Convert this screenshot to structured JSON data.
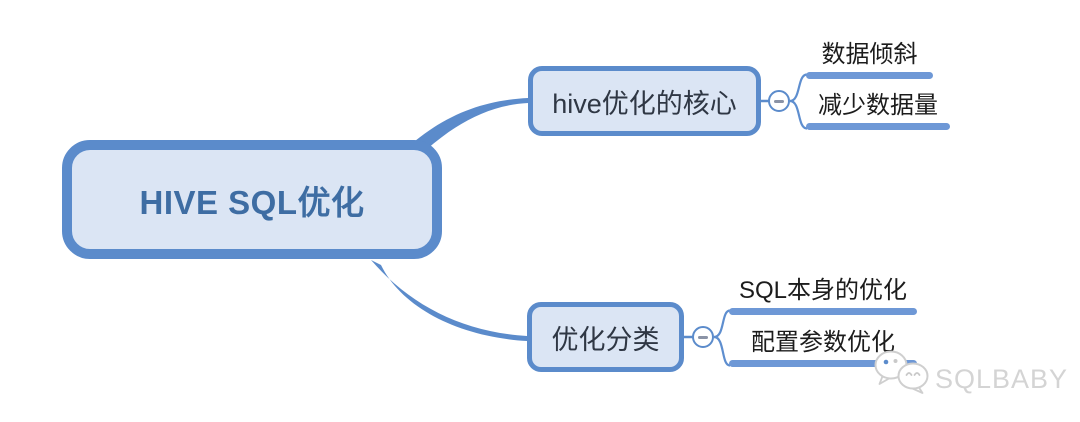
{
  "diagram": {
    "type": "mindmap",
    "root": {
      "label": "HIVE SQL优化"
    },
    "branches": [
      {
        "label": "hive优化的核心",
        "collapse_icon": "minus-icon",
        "children": [
          {
            "label": "数据倾斜"
          },
          {
            "label": "减少数据量"
          }
        ]
      },
      {
        "label": "优化分类",
        "collapse_icon": "minus-icon",
        "children": [
          {
            "label": "SQL本身的优化"
          },
          {
            "label": "配置参数优化"
          }
        ]
      }
    ]
  },
  "watermark": {
    "label": "SQLBABY",
    "icon": "chat-bubbles-icon"
  },
  "colors": {
    "line_blue": "#5b8bcb",
    "node_fill": "#dbe5f4",
    "underline_bar": "#6e98d6",
    "root_text": "#3e6da3",
    "branch_text": "#2f3744",
    "leaf_text": "#1c1c1c",
    "minus_glyph": "#8a93a6",
    "watermark_gray": "#d4d4d4"
  }
}
